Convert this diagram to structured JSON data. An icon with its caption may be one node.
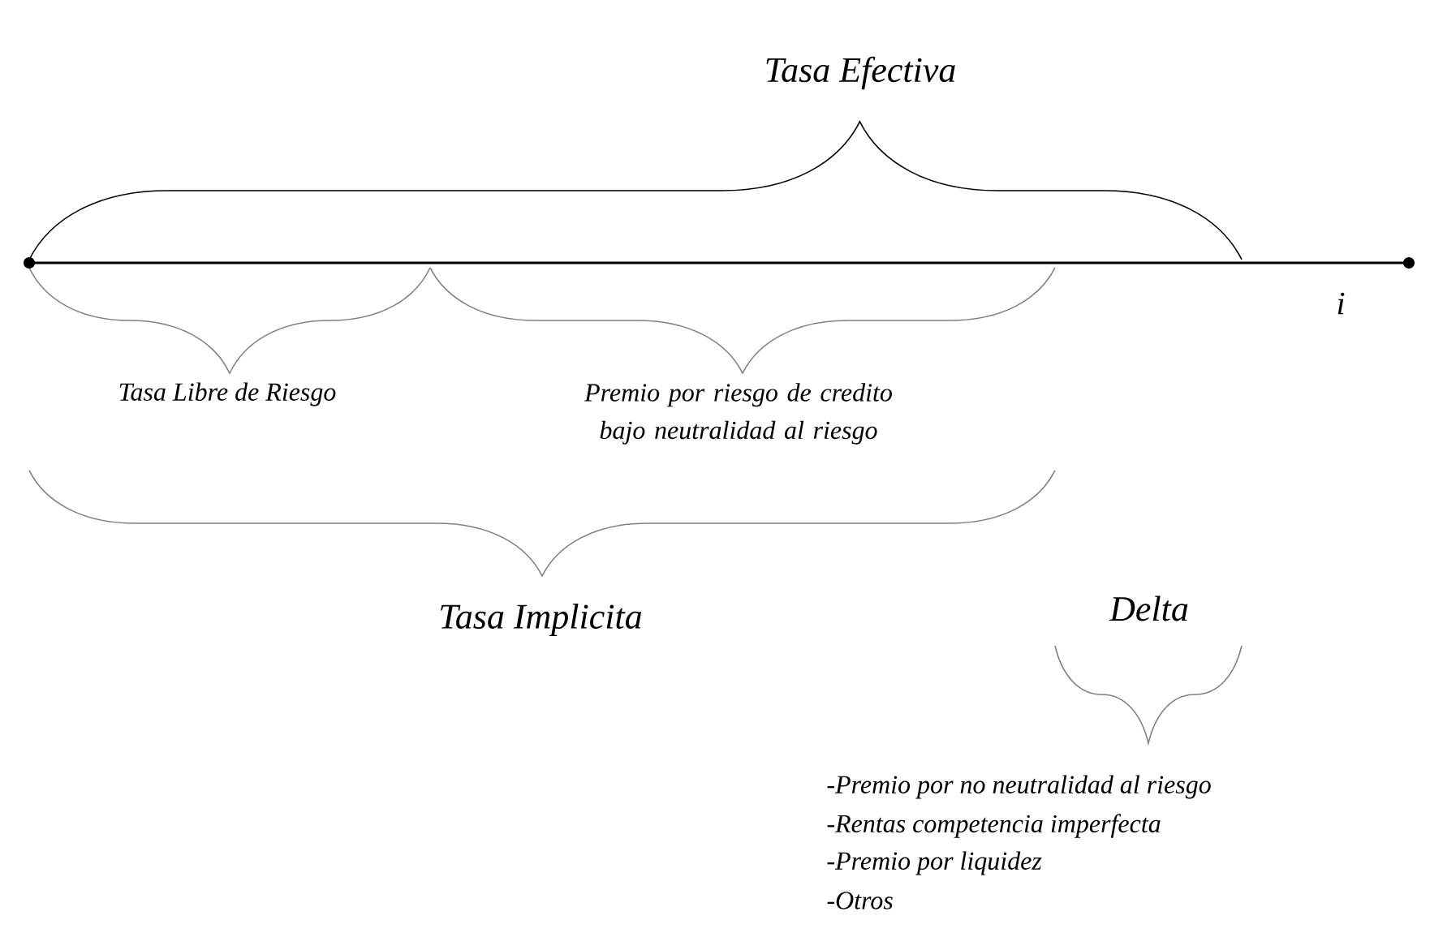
{
  "diagram": {
    "labels": [
      "Tasa Efectiva",
      "i",
      "Tasa Libre de Riesgo",
      "Premio por riesgo de credito bajo neutralidad al riesgo",
      "Tasa Implicita",
      "Delta",
      "-Premio por no neutralidad al riesgo",
      "-Rentas competencia imperfecta",
      "-Premio por liquidez",
      "-Otros"
    ]
  }
}
